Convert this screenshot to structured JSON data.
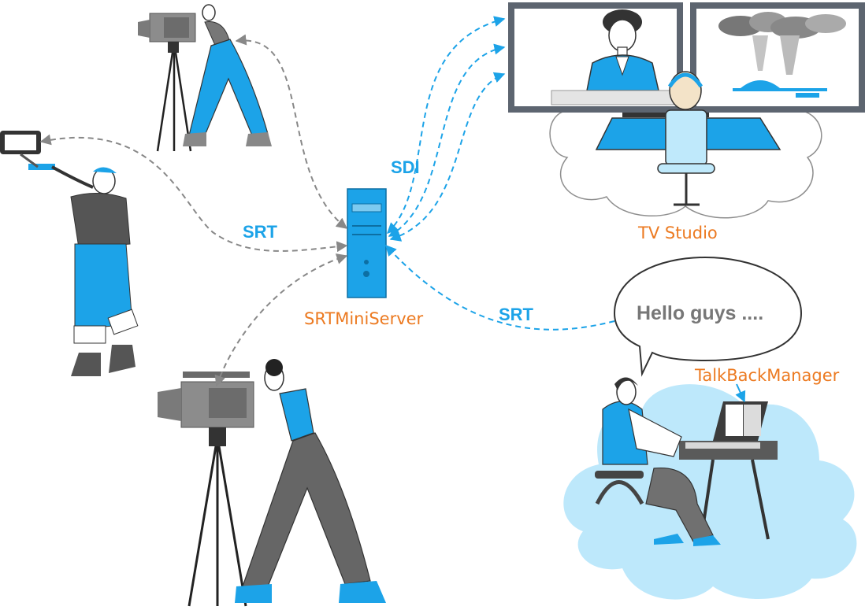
{
  "diagram": {
    "nodes": {
      "server": "SRTMiniServer",
      "studio": "TV Studio",
      "talkback": "TalkBackManager",
      "speech": "Hello guys ...."
    },
    "edges": {
      "cameras_srt": "SRT",
      "studio_sdi": "SDI",
      "talkback_srt": "SRT"
    }
  },
  "colors": {
    "accent_blue": "#1ca3e8",
    "label_orange": "#ec7a21",
    "arrow_gray": "#888888",
    "cloud_blue": "#bde8fb"
  }
}
